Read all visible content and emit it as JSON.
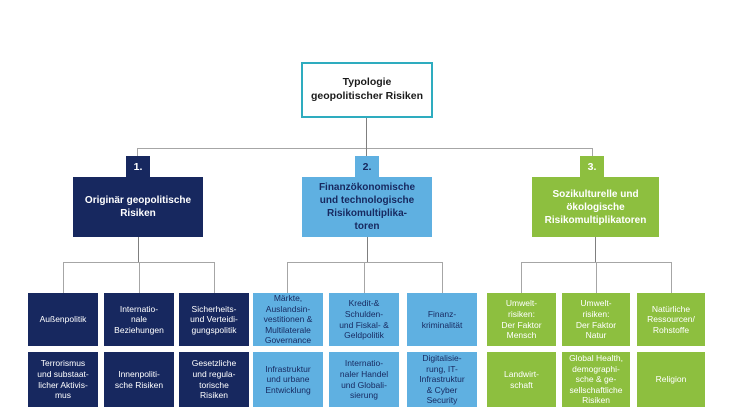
{
  "title": {
    "label": "Typologie\ngeopolitischer  Risiken"
  },
  "colors": {
    "navy": "#17285f",
    "light_blue": "#5fb0e1",
    "green": "#8dbf3f",
    "teal_border": "#2eacbf",
    "line_gray": "#a6a6a6",
    "stem_gray": "#7f7f7f"
  },
  "groups": [
    {
      "number": "1.",
      "heading": "Originär  geopolitische\nRisiken",
      "leaves": [
        "Außenpolitik",
        "Internatio-\nnale\nBeziehungen",
        "Sicherheits-\nund Verteidi-\ngungspolitik",
        "Terrorismus\nund substaat-\nlicher Aktivis-\nmus",
        "Innenpoliti-\nsche Risiken",
        "Gesetzliche\nund regula-\ntorische\nRisiken"
      ]
    },
    {
      "number": "2.",
      "heading": "Finanzökonomische\nund technologische\nRisikomultiplika-\ntoren",
      "leaves": [
        "Märkte,\nAuslandsin-\nvestitionen &\nMultilaterale\nGovernance",
        "Kredit-&\nSchulden-\nund Fiskal- &\nGeldpolitik",
        "Finanz-\nkriminalität",
        "Infrastruktur\nund urbane\nEntwicklung",
        "Internatio-\nnaler Handel\nund Globali-\nsierung",
        "Digitalisie-\nrung, IT-\nInfrastruktur\n& Cyber\nSecurity"
      ]
    },
    {
      "number": "3.",
      "heading": "Sozikulturelle  und\nökologische\nRisikomultiplikatoren",
      "leaves": [
        "Umwelt-\nrisiken:\nDer Faktor\nMensch",
        "Umwelt-\nrisiken:\nDer Faktor\nNatur",
        "Natürliche\nRessourcen/\nRohstoffe",
        "Landwirt-\nschaft",
        "Global Health,\ndemographi-\nsche & ge-\nsellschaftliche\nRisiken",
        "Religion"
      ]
    }
  ]
}
